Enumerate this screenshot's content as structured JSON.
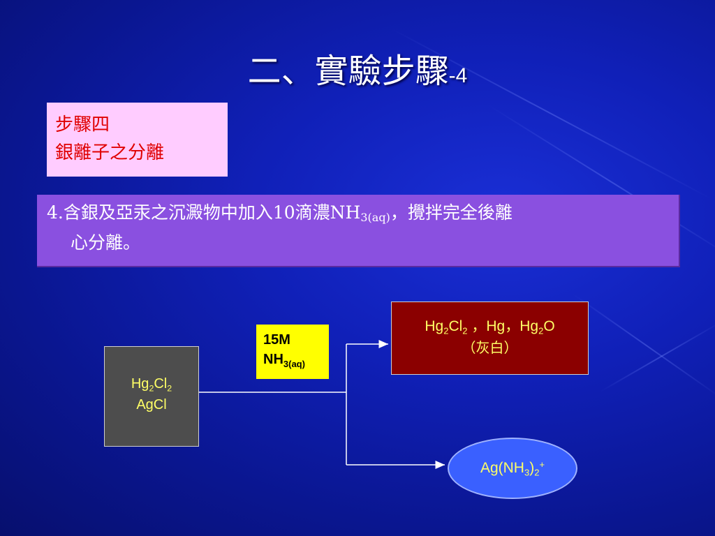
{
  "title": {
    "main": "二、實驗步驟",
    "suffix": "-4"
  },
  "step": {
    "line1": "步驟四",
    "line2": "銀離子之分離"
  },
  "instruction": {
    "number": "4.",
    "text_a": "含銀及亞汞之沉澱物中加入10滴濃NH",
    "text_sub": "3(aq)",
    "text_b": "，攪拌完全後離",
    "text_c": "心分離。"
  },
  "diagram": {
    "start": {
      "line1_a": "Hg",
      "line1_s1": "2",
      "line1_b": "Cl",
      "line1_s2": "2",
      "line2": "AgCl"
    },
    "reagent": {
      "line1": "15M",
      "line2_a": "NH",
      "line2_s": "3(aq)"
    },
    "precipitate": {
      "a": "Hg",
      "s1": "2",
      "b": "Cl",
      "s2": "2",
      "c": " ，Hg，Hg",
      "s3": "2",
      "d": "O",
      "note": "（灰白）"
    },
    "ion": {
      "a": "Ag(NH",
      "s1": "3",
      "b": ")",
      "s2": "2",
      "sup": "+"
    }
  },
  "colors": {
    "background": "#1020b8",
    "step_box": "#ffccff",
    "instruction_box": "#8a50e0",
    "start_box": "#4d4d4d",
    "reagent_box": "#ffff00",
    "precipitate_box": "#8b0000",
    "ion_ellipse": "#3a60ff",
    "label_text": "#ffff66"
  }
}
